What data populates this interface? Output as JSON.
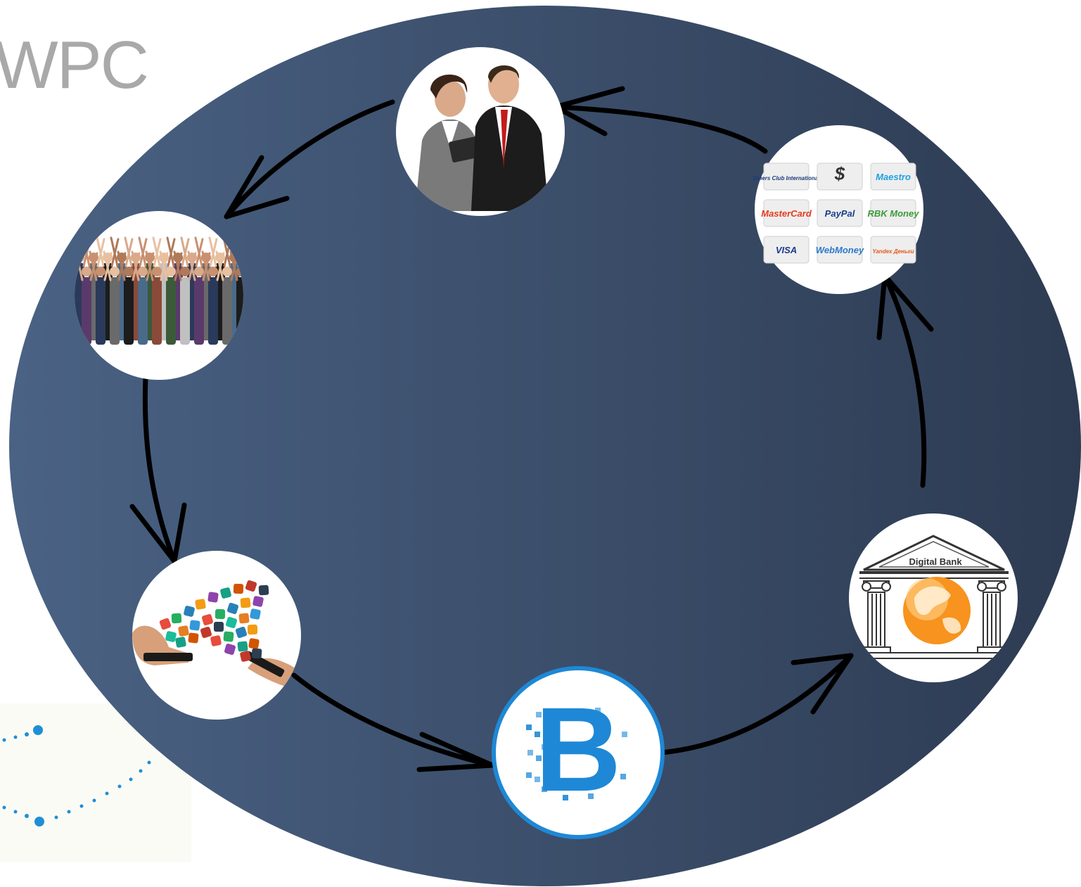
{
  "title": "WPC",
  "colors": {
    "ellipse_left": "#4a6284",
    "ellipse_right": "#2d3b52",
    "arrow": "#000000",
    "blockchain_blue": "#1e88d6",
    "bank_orange": "#f7931e",
    "title_gray": "#a9a9a9"
  },
  "nodes": {
    "business": {
      "icon": "business-people-icon"
    },
    "payments": {
      "icon": "payment-methods-icon",
      "items": [
        {
          "label": "Diners Club International",
          "color": "#1a3a7a"
        },
        {
          "label": "$",
          "color": "#333333"
        },
        {
          "label": "Maestro",
          "color": "#1ea1e0"
        },
        {
          "label": "MasterCard",
          "color": "#e63b1e"
        },
        {
          "label": "PayPal",
          "color": "#1b3f8b"
        },
        {
          "label": "RBK Money",
          "color": "#3a9b3a"
        },
        {
          "label": "VISA",
          "color": "#1a3a8b"
        },
        {
          "label": "WebMoney",
          "color": "#2a7ac8"
        },
        {
          "label": "Yandex Деньги",
          "color": "#e05a1a"
        }
      ]
    },
    "crowd": {
      "icon": "crowd-people-icon"
    },
    "apps": {
      "icon": "mobile-apps-icon"
    },
    "blockchain": {
      "icon": "blockchain-logo-icon",
      "letter": "B"
    },
    "bank": {
      "icon": "digital-bank-icon",
      "label": "Digital Bank"
    }
  }
}
